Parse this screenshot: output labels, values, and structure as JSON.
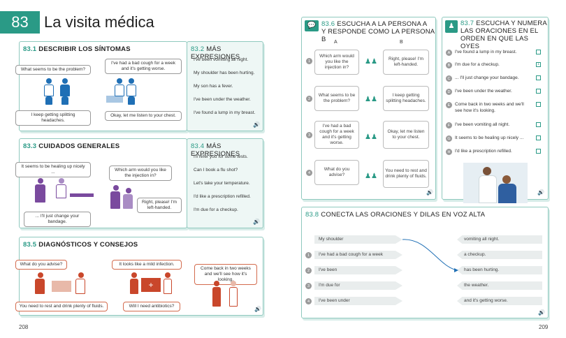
{
  "header": {
    "unit_number": "83",
    "title": "La visita médica"
  },
  "pages": {
    "left": "208",
    "right": "209"
  },
  "s831": {
    "num": "83.1",
    "title": "DESCRIBIR LOS SÍNTOMAS",
    "bubble_1": "What seems to be the problem?",
    "bubble_2": "I've had a bad cough for a week and it's getting worse.",
    "bubble_3": "I keep getting splitting headaches.",
    "bubble_4": "Okay, let me listen to your chest."
  },
  "s832": {
    "num": "83.2",
    "title": "MÁS EXPRESIONES",
    "items": [
      "I've been vomiting all night.",
      "My shoulder has been hurting.",
      "My son has a fever.",
      "I've been under the weather.",
      "I've found a lump in my breast."
    ]
  },
  "s833": {
    "num": "83.3",
    "title": "CUIDADOS GENERALES",
    "bubble_1": "It seems to be healing up nicely ...",
    "bubble_2": "Which arm would you like the injection in?",
    "bubble_3": "... I'll just change your bandage.",
    "bubble_4": "Right, please! I'm left-handed."
  },
  "s834": {
    "num": "83.4",
    "title": "MÁS EXPRESIONES",
    "items": [
      "I'll refer you for some tests.",
      "Can I book a flu shot?",
      "Let's take your temperature.",
      "I'd like a prescription refilled.",
      "I'm due for a checkup."
    ]
  },
  "s835": {
    "num": "83.5",
    "title": "DIAGNÓSTICOS Y CONSEJOS",
    "bubble_1": "What do you advise?",
    "bubble_2": "You need to rest and drink plenty of fluids.",
    "bubble_3": "It looks like a mild infection.",
    "bubble_4": "Will I need antibiotics?",
    "bubble_5": "Come back in two weeks and we'll see how it's looking."
  },
  "s836": {
    "num": "83.6",
    "title_1": "ESCUCHA A LA PERSONA A",
    "title_2": "Y RESPONDE COMO LA PERSONA B",
    "col_a": "A",
    "col_b": "B",
    "rows": [
      {
        "n": "1",
        "a": "Which arm would you like the injection in?",
        "b": "Right, please! I'm left-handed."
      },
      {
        "n": "2",
        "a": "What seems to be the problem?",
        "b": "I keep getting splitting headaches."
      },
      {
        "n": "3",
        "a": "I've had a bad cough for a week and it's getting worse.",
        "b": "Okay, let me listen to your chest."
      },
      {
        "n": "4",
        "a": "What do you advise?",
        "b": "You need to rest and drink plenty of fluids."
      }
    ]
  },
  "s837": {
    "num": "83.7",
    "title_1": "ESCUCHA Y NUMERA",
    "title_2": "LAS ORACIONES EN EL",
    "title_3": "ORDEN EN QUE LAS OYES",
    "items": [
      {
        "letter": "A",
        "text": "I've found a lump in my breast.",
        "answer": ""
      },
      {
        "letter": "B",
        "text": "I'm due for a checkup.",
        "answer": "1"
      },
      {
        "letter": "C",
        "text": "... I'll just change your bandage.",
        "answer": ""
      },
      {
        "letter": "D",
        "text": "I've been under the weather.",
        "answer": ""
      },
      {
        "letter": "E",
        "text": "Come back in two weeks and we'll see how it's looking.",
        "answer": ""
      },
      {
        "letter": "F",
        "text": "I've been vomiting all night.",
        "answer": ""
      },
      {
        "letter": "G",
        "text": "It seems to be healing up nicely ...",
        "answer": ""
      },
      {
        "letter": "H",
        "text": "I'd like a prescription refilled.",
        "answer": ""
      }
    ]
  },
  "s838": {
    "num": "83.8",
    "title": "CONECTA LAS ORACIONES Y DILAS EN VOZ ALTA",
    "left": [
      {
        "n": "",
        "text": "My shoulder"
      },
      {
        "n": "1",
        "text": "I've had a bad cough for a week"
      },
      {
        "n": "2",
        "text": "I've been"
      },
      {
        "n": "3",
        "text": "I'm due for"
      },
      {
        "n": "4",
        "text": "I've been under"
      }
    ],
    "right": [
      "vomiting all night.",
      "a checkup.",
      "has been hurting.",
      "the weather.",
      "and it's getting worse."
    ]
  },
  "colors": {
    "accent": "#2a9a86",
    "panel_border": "#8fc9be",
    "figure_blue": "#1f6fb5",
    "figure_purple": "#7a4a9e",
    "figure_red": "#c9472b"
  }
}
